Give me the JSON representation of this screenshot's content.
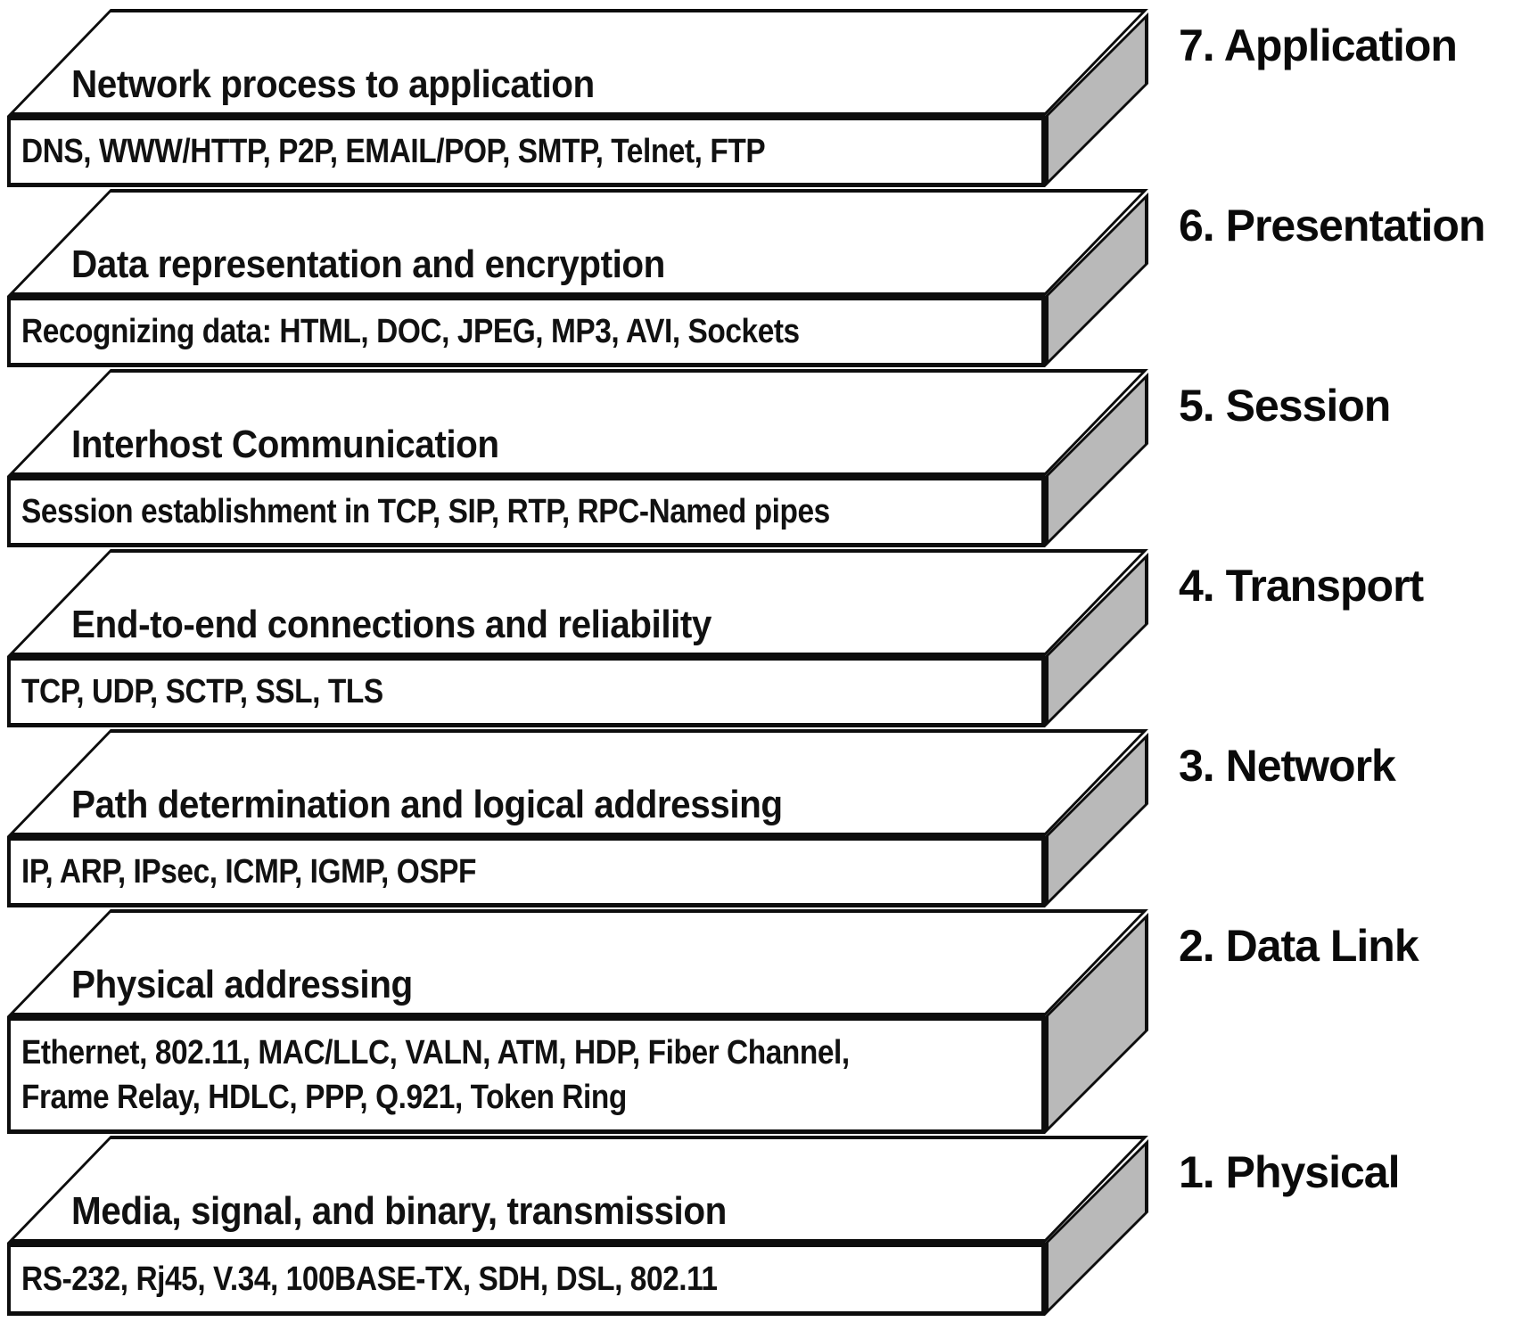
{
  "layers": [
    {
      "label": "7. Application",
      "function": "Network process to application",
      "protocols": [
        "DNS, WWW/HTTP, P2P, EMAIL/POP, SMTP, Telnet, FTP"
      ]
    },
    {
      "label": "6. Presentation",
      "function": "Data representation and encryption",
      "protocols": [
        "Recognizing data: HTML, DOC, JPEG, MP3, AVI, Sockets"
      ]
    },
    {
      "label": "5. Session",
      "function": "Interhost Communication",
      "protocols": [
        "Session establishment in TCP, SIP, RTP, RPC-Named pipes"
      ]
    },
    {
      "label": "4. Transport",
      "function": "End-to-end connections and reliability",
      "protocols": [
        "TCP, UDP, SCTP, SSL, TLS"
      ]
    },
    {
      "label": "3. Network",
      "function": "Path determination and logical addressing",
      "protocols": [
        "IP, ARP, IPsec, ICMP, IGMP, OSPF"
      ]
    },
    {
      "label": "2. Data Link",
      "function": "Physical addressing",
      "protocols": [
        "Ethernet, 802.11, MAC/LLC, VALN, ATM, HDP, Fiber Channel,",
        "Frame Relay, HDLC, PPP, Q.921, Token Ring"
      ]
    },
    {
      "label": "1. Physical",
      "function": "Media, signal, and binary, transmission",
      "protocols": [
        "RS-232, Rj45, V.34, 100BASE-TX, SDH, DSL, 802.11"
      ]
    }
  ],
  "colors": {
    "face": "#ffffff",
    "side_face": "#b9b9b9",
    "line": "#0d0d0d",
    "text": "#111111"
  }
}
